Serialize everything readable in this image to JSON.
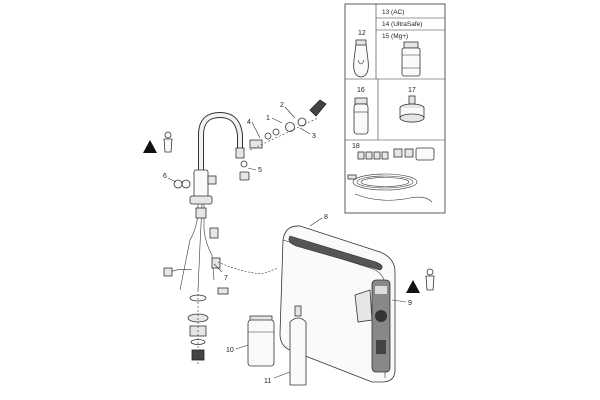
{
  "labels": {
    "p1": "1",
    "p2": "2",
    "p3": "3",
    "p4": "4",
    "p5": "5",
    "p6": "6",
    "p7": "7",
    "p8": "8",
    "p9": "9",
    "p10": "10",
    "p11": "11",
    "p12": "12",
    "p13": "13 (AC)",
    "p14": "14 (UltraSafe)",
    "p15": "15 (Mg+)",
    "p16": "16",
    "p17": "17",
    "p18": "18"
  },
  "colors": {
    "line": "#333333",
    "fill": "#e6e6e6",
    "dark": "#444444",
    "background": "#ffffff"
  }
}
